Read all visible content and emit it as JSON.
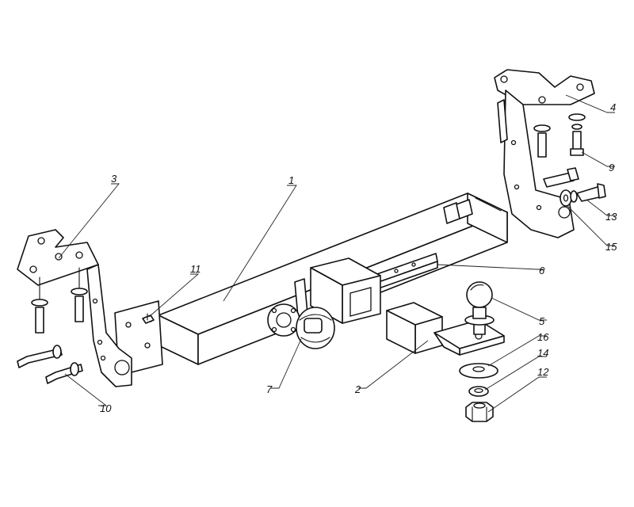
{
  "callouts": [
    {
      "id": "1",
      "label": "1"
    },
    {
      "id": "2",
      "label": "2"
    },
    {
      "id": "3",
      "label": "3"
    },
    {
      "id": "4",
      "label": "4"
    },
    {
      "id": "5",
      "label": "5"
    },
    {
      "id": "6",
      "label": "6"
    },
    {
      "id": "7",
      "label": "7"
    },
    {
      "id": "9",
      "label": "9"
    },
    {
      "id": "10",
      "label": "10"
    },
    {
      "id": "11",
      "label": "11"
    },
    {
      "id": "12",
      "label": "12"
    },
    {
      "id": "13",
      "label": "13"
    },
    {
      "id": "14",
      "label": "14"
    },
    {
      "id": "15",
      "label": "15"
    },
    {
      "id": "16",
      "label": "16"
    }
  ],
  "colors": {
    "line": "#111111",
    "background": "#ffffff"
  }
}
